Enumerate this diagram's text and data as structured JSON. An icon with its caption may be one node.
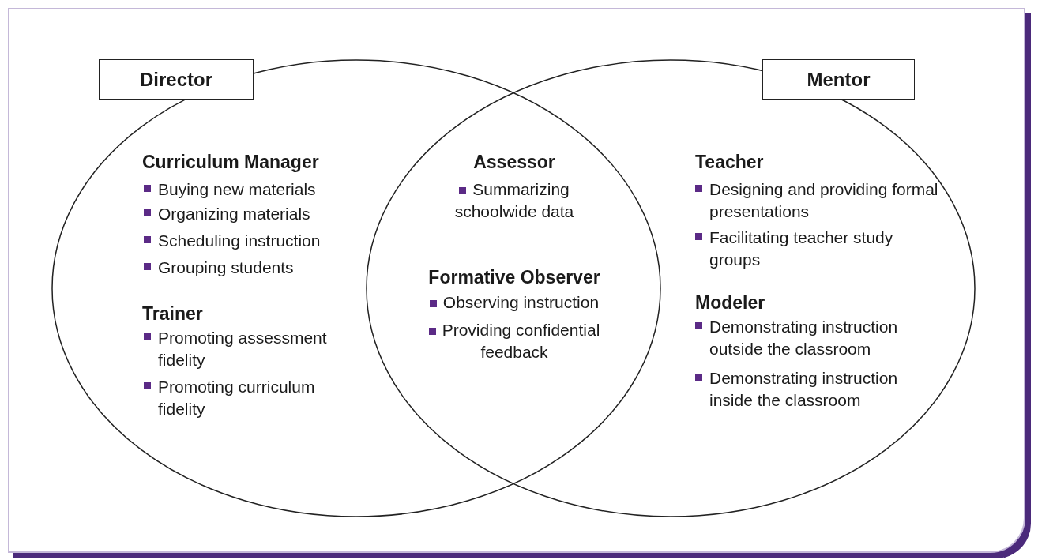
{
  "diagram": {
    "nodes": [
      {
        "text": [
          "Curriculum Manager",
          "Buying new materials",
          "Organizing materials",
          "Scheduling instruction",
          "Grouping students",
          "Trainer",
          "Promoting assessment fidelity",
          "Promoting curriculum fidelity"
        ]
      },
      {
        "text": [
          "Teacher",
          "Designing and providing formal presentations",
          "Facilitating teacher study groups",
          "Modeler",
          "Demonstrating instruction outside the classroom",
          "Demonstrating instruction inside the classroom"
        ]
      },
      {
        "text": [
          "Director"
        ]
      },
      {
        "text": [
          "Mentor"
        ]
      }
    ],
    "labels": [
      "Assessor",
      "Summarizing schoolwide data",
      "Formative Observer",
      "Observing instruction",
      "Providing confidential feedback"
    ]
  }
}
